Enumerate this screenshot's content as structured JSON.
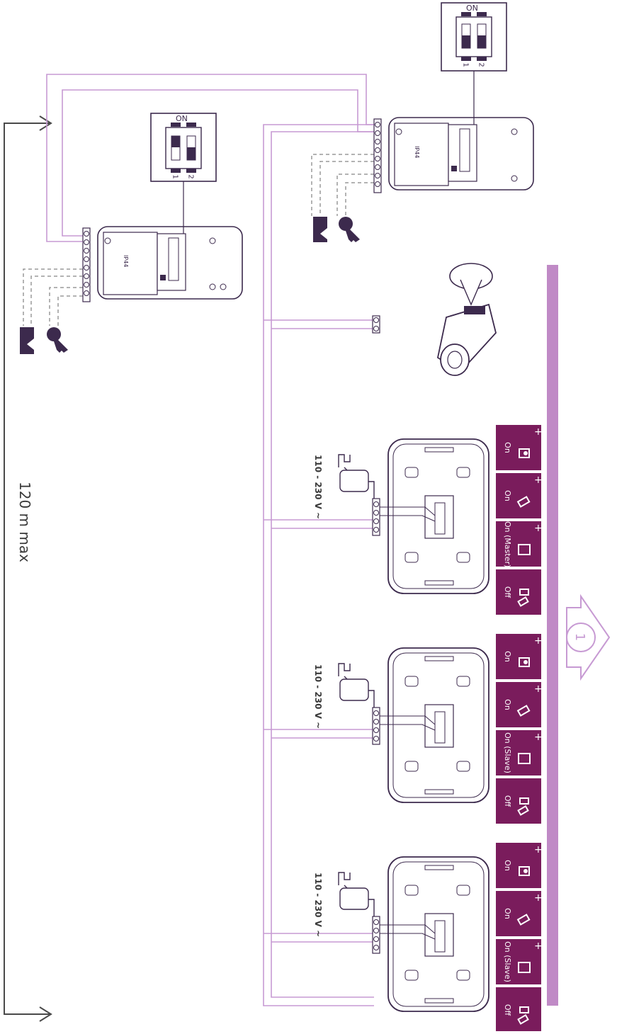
{
  "distance_label": "120 m max",
  "switch_label": "ON",
  "switch_numbers": [
    "1",
    "2"
  ],
  "voltage_label": "110 - 230 V ~",
  "step_number": "1",
  "panel_marking": "IP44",
  "colors": {
    "wire": "#c79ad3",
    "accent": "#7a1c5c",
    "band": "#c08ac6",
    "dark": "#3c2a4d"
  },
  "monitors": [
    {
      "id": "monitor-1",
      "tiles": [
        "On",
        "On",
        "On (Master)",
        "Off"
      ]
    },
    {
      "id": "monitor-2",
      "tiles": [
        "On",
        "On",
        "On (Slave)",
        "Off"
      ]
    },
    {
      "id": "monitor-3",
      "tiles": [
        "On",
        "On",
        "On (Slave)",
        "Off"
      ]
    }
  ],
  "icons": [
    "door-lock-icon",
    "key-icon",
    "camera-icon",
    "power-adapter-icon",
    "speaker-icon",
    "monitor-icon",
    "sleep-icon"
  ]
}
